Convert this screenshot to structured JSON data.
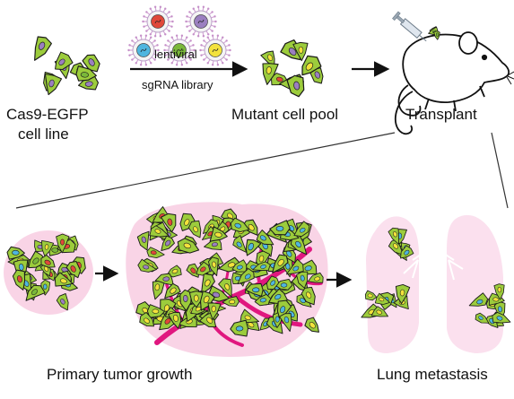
{
  "labels": {
    "cell_line_l1": "Cas9-EGFP",
    "cell_line_l2": "cell line",
    "arrow_l1": "lentiviral",
    "arrow_l2": "sgRNA library",
    "mutant_pool": "Mutant cell pool",
    "transplant": "Transplant",
    "primary": "Primary tumor growth",
    "lung": "Lung metastasis"
  },
  "colors": {
    "cell_green": "#9ccc3c",
    "cell_outline": "#1a1a1a",
    "nucleus_purple": "#9b7fc0",
    "nucleus_blue": "#4fb6df",
    "nucleus_red": "#e0483a",
    "nucleus_yellow": "#f3e23c",
    "tumor_pink": "#f9d4e6",
    "vessel_magenta": "#e0177f",
    "lung_pink": "#fbe0ee"
  },
  "virus_colors": [
    "red",
    "purple",
    "blue",
    "green",
    "yellow"
  ],
  "icons": [
    "virus-particle-icon",
    "mouse-icon",
    "syringe-icon",
    "arrow-icon",
    "lung-icon",
    "blood-vessel-icon"
  ]
}
